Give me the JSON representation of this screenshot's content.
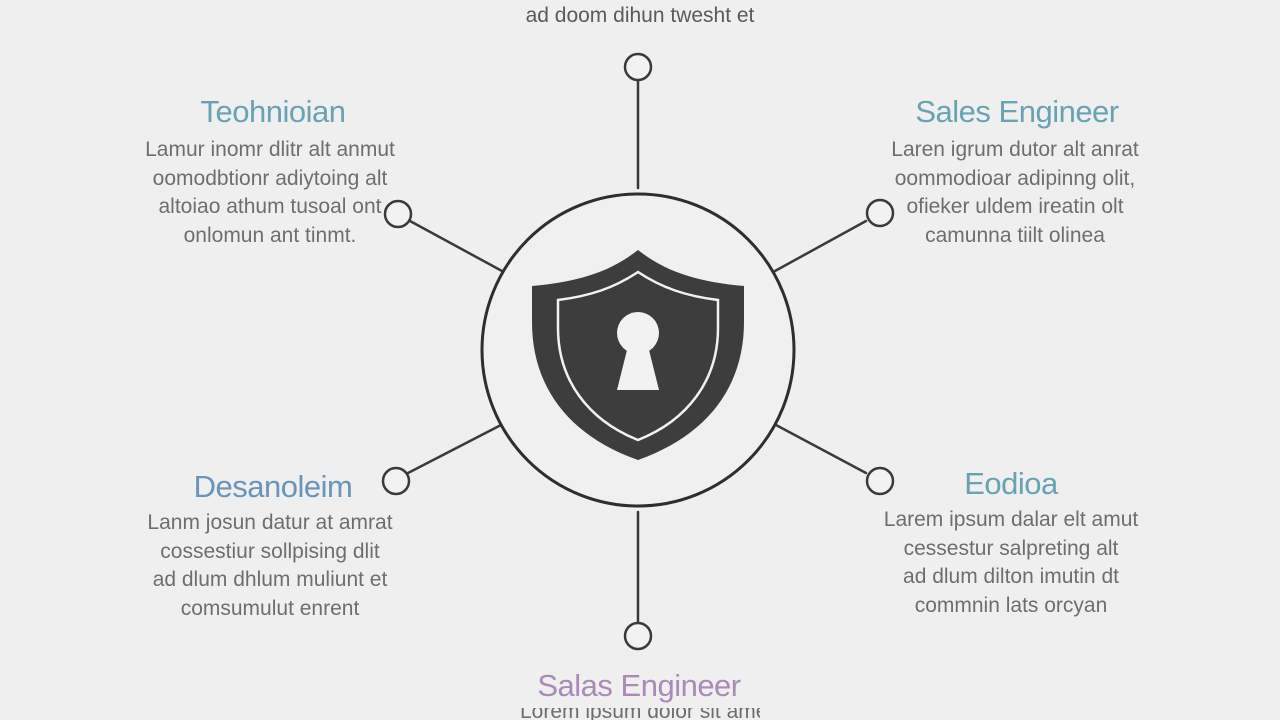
{
  "diagram": {
    "top_text": "ad doom dihun twesht et",
    "nodes": [
      {
        "title": "Teohnioian",
        "color": "#6aa2b3",
        "body": "Lamur inomr dlitr alt anmut\noomodbtionr adiytoing alt\naltoiao athum tusoal ont\nonlomun ant tinmt."
      },
      {
        "title": "Sales Engineer",
        "color": "#6aa2b3",
        "body": "Laren igrum dutor alt anrat\noommodioar adipinng olit,\nofieker uldem ireatin olt\ncamunna tiilt olinea"
      },
      {
        "title": "Desanoleim",
        "color": "#6c94b6",
        "body": "Lanm josun datur at amrat\ncossestiur sollpising dlit\nad dlum dhlum muliunt et\ncomsumulut enrent"
      },
      {
        "title": "Eodioa",
        "color": "#6aa2b3",
        "body": "Larem ipsum dalar elt amut\ncessestur salpreting alt\nad dlum dilton imutin dt\ncommnin lats orcyan"
      },
      {
        "title": "Salas Engineer",
        "color": "#a98bb6",
        "body": ""
      }
    ],
    "bottom_fragment": "Lorem ipsum dolor sit amet",
    "colors": {
      "line": "#3a3a3a",
      "shield_fill": "#3d3d3d",
      "background": "#efefef"
    },
    "center_icon": "shield-keyhole-icon"
  }
}
